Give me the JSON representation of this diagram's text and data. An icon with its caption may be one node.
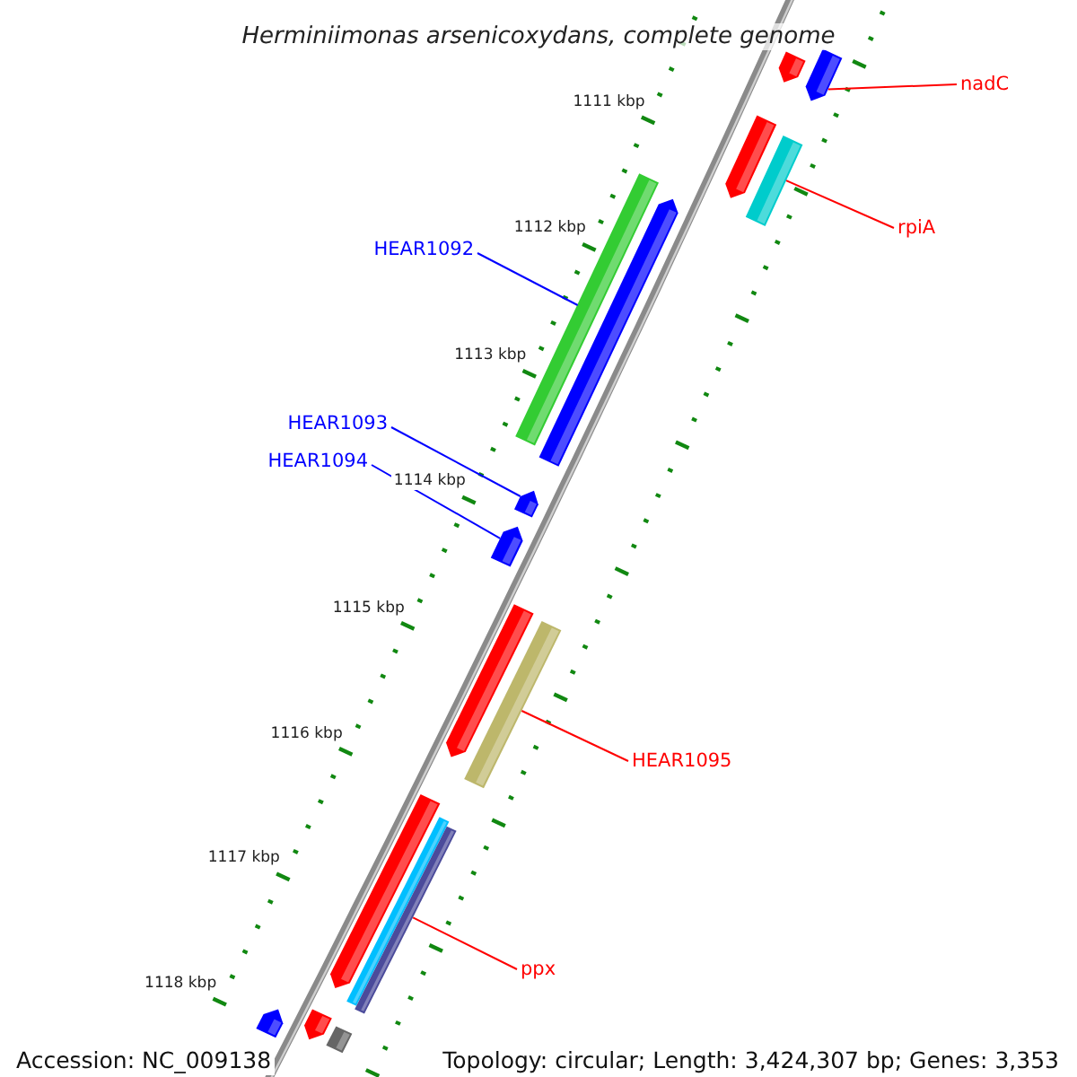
{
  "diagram": {
    "title": "Herminiimonas arsenicoxydans, complete genome",
    "nodes": [
      {
        "text": [
          "nadC"
        ]
      },
      {
        "text": [
          "rpiA"
        ]
      },
      {
        "text": [
          "HEAR1092"
        ]
      },
      {
        "text": [
          "HEAR1093"
        ]
      },
      {
        "text": [
          "HEAR1094"
        ]
      },
      {
        "text": [
          "HEAR1095"
        ]
      },
      {
        "text": [
          "ppx"
        ]
      },
      {
        "text": [],
        "shape": "bar"
      },
      {
        "text": [],
        "shape": "bar"
      },
      {
        "text": [],
        "shape": "bar"
      },
      {
        "text": [],
        "shape": "bar"
      },
      {
        "text": [],
        "shape": "bar"
      },
      {
        "text": [],
        "shape": "bar"
      },
      {
        "text": [],
        "shape": "bar"
      },
      {
        "text": [],
        "shape": "bar"
      },
      {
        "text": [],
        "shape": "bar"
      },
      {
        "text": [],
        "shape": "bar"
      },
      {
        "text": [],
        "shape": "bar"
      },
      {
        "text": [],
        "shape": "bar"
      },
      {
        "text": [],
        "shape": "bar"
      },
      {
        "text": [],
        "shape": "bar"
      },
      {
        "text": [],
        "shape": "bar"
      },
      {
        "text": [],
        "shape": "bar"
      }
    ],
    "edges": [
      {
        "from": 0,
        "to": 8,
        "arrow": "none"
      },
      {
        "from": 1,
        "to": 10,
        "arrow": "none"
      },
      {
        "from": 2,
        "to": 11,
        "arrow": "none",
        "color": "#0000ff"
      },
      {
        "from": 3,
        "to": 13,
        "arrow": "none",
        "color": "#0000ff"
      },
      {
        "from": 4,
        "to": 14,
        "arrow": "none",
        "color": "#0000ff"
      },
      {
        "from": 5,
        "to": 16,
        "arrow": "none"
      },
      {
        "from": 6,
        "to": 19,
        "arrow": "none"
      }
    ],
    "labels": [
      "1111 kbp",
      "1112 kbp",
      "1113 kbp",
      "1114 kbp",
      "1115 kbp",
      "1116 kbp",
      "1117 kbp",
      "1118 kbp",
      "Accession: NC_009138",
      "Topology: circular; Length: 3,424,307 bp; Genes: 3,353"
    ]
  }
}
